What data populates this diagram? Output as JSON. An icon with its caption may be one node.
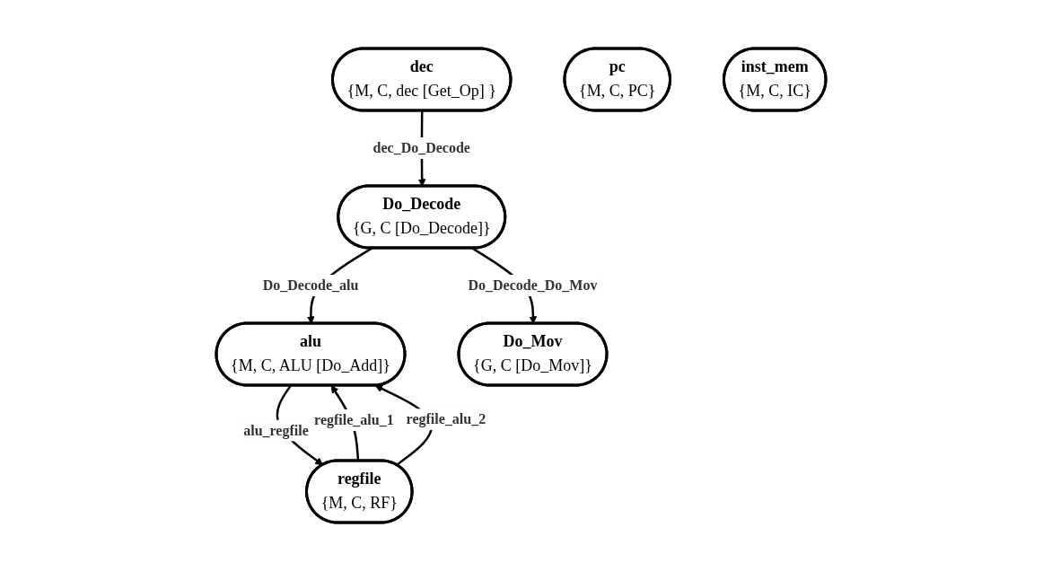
{
  "diagram": {
    "nodes": [
      {
        "text": [
          "Do_Decode",
          "{G, C [Do_Decode]}"
        ]
      },
      {
        "text": [
          "dec",
          "{M, C, dec [Get_Op] }"
        ]
      },
      {
        "text": [
          "alu",
          "{M, C, ALU [Do_Add]}"
        ]
      },
      {
        "text": [
          "Do_Mov",
          "{G, C [Do_Mov]}"
        ]
      },
      {
        "text": [
          "pc",
          "{M, C, PC}"
        ]
      },
      {
        "text": [
          "regfile",
          "{M, C, RF}"
        ]
      },
      {
        "text": [
          "inst_mem",
          "{M, C, IC}"
        ]
      }
    ],
    "edges": [
      {
        "from": 1,
        "to": 0,
        "arrow": "to",
        "label": "dec_Do_Decode"
      },
      {
        "from": 0,
        "to": 2,
        "arrow": "to",
        "label": "Do_Decode_alu"
      },
      {
        "from": 0,
        "to": 3,
        "arrow": "to",
        "label": "Do_Decode_Do_Mov"
      },
      {
        "from": 2,
        "to": 5,
        "arrow": "to",
        "label": "alu_regfile"
      },
      {
        "from": 5,
        "to": 2,
        "arrow": "to",
        "label": "regfile_alu_1"
      },
      {
        "from": 5,
        "to": 2,
        "arrow": "to",
        "label": "regfile_alu_2"
      }
    ]
  }
}
